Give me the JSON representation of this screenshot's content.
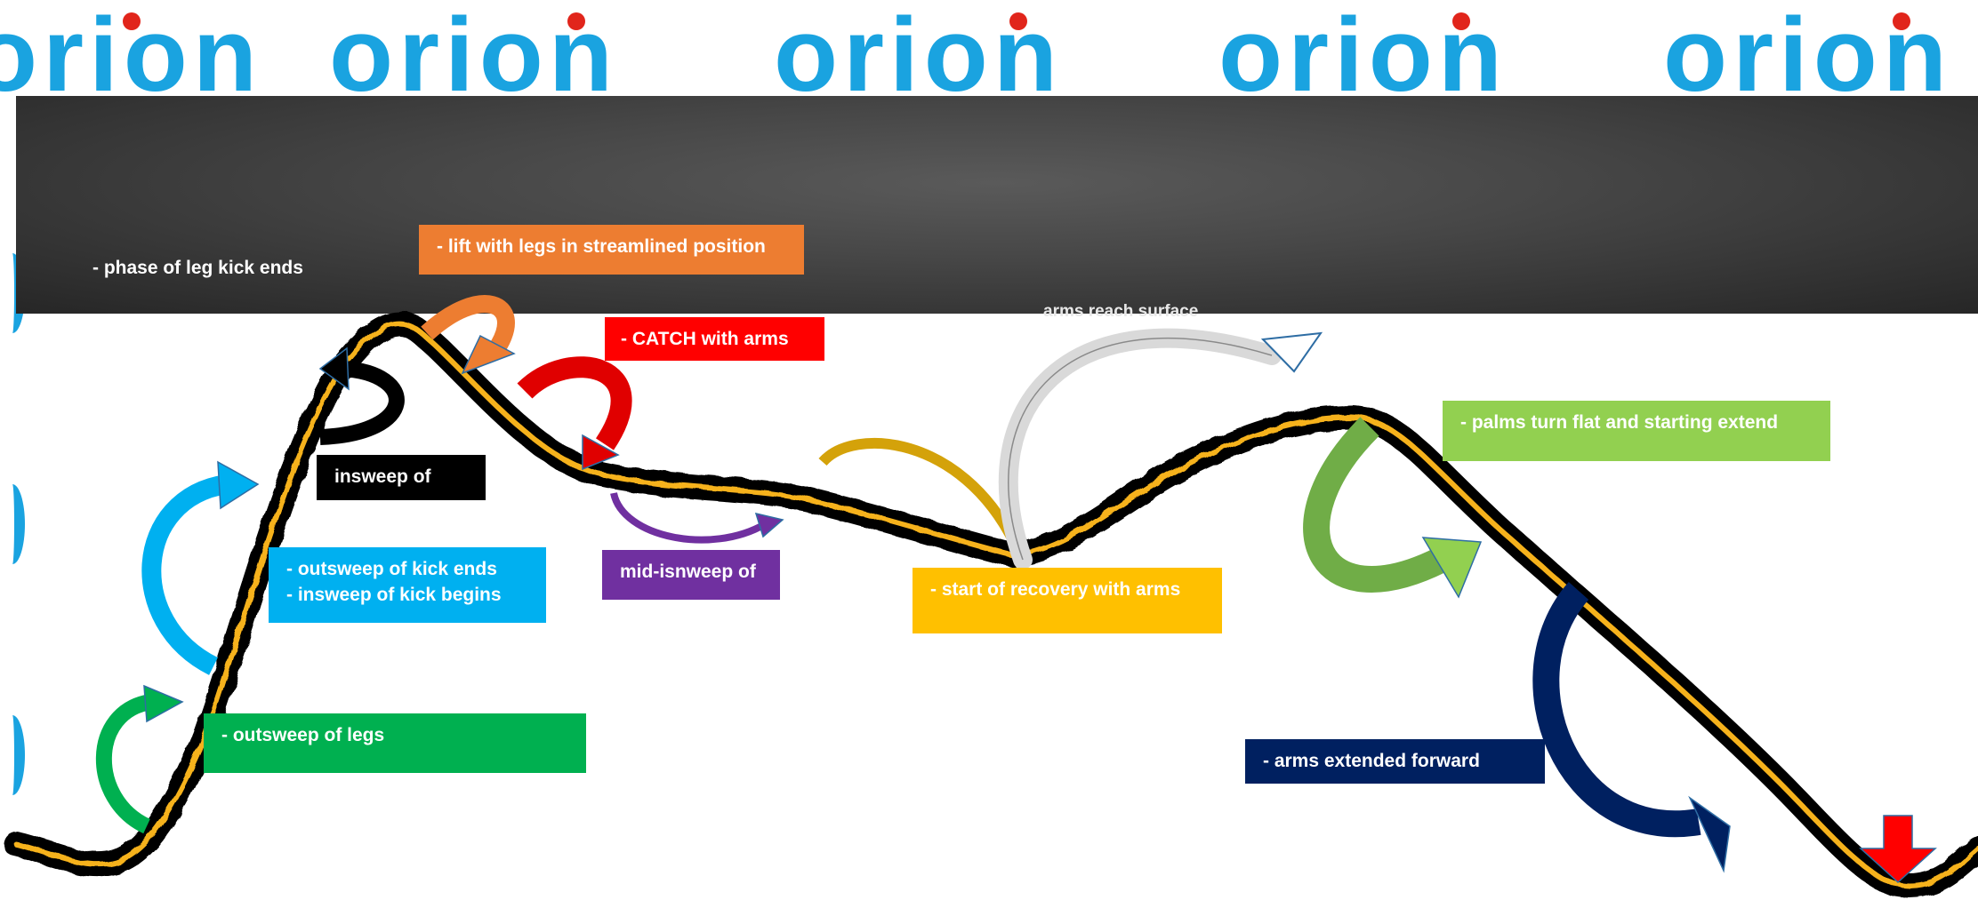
{
  "logo": {
    "text": "orion"
  },
  "labels": {
    "leg_kick_ends": "- phase of leg kick ends",
    "lift_legs": "- lift with legs in streamlined position",
    "catch": "-  CATCH with arms",
    "arms_reach_surface": "arms reach surface",
    "palms_turn": "- palms turn flat and starting extend",
    "insweep": "insweep of",
    "outsweep_kick_ends": "- outsweep of kick ends",
    "insweep_kick_begins": "- insweep of kick begins",
    "mid_insweep": "mid-isnweep of",
    "start_recovery": "- start of recovery with arms",
    "outsweep_legs": "- outsweep of legs",
    "arms_extended": "- arms extended forward"
  },
  "colors": {
    "banner": "#404040",
    "logo_blue": "#1aa3e0",
    "logo_red": "#e1251b",
    "path_outer": "#000000",
    "path_inner": "#f6b21a",
    "orange": "#ed7d31",
    "red": "#ff0000",
    "dark_red": "#c00000",
    "black": "#000000",
    "light_blue": "#00b0f0",
    "purple": "#7030a0",
    "gold": "#ffc000",
    "light_green": "#92d050",
    "green": "#00b050",
    "navy": "#002060",
    "gray": "#d9d9d9"
  },
  "icons": [
    "curved-arrow-icon",
    "down-arrow-icon"
  ]
}
